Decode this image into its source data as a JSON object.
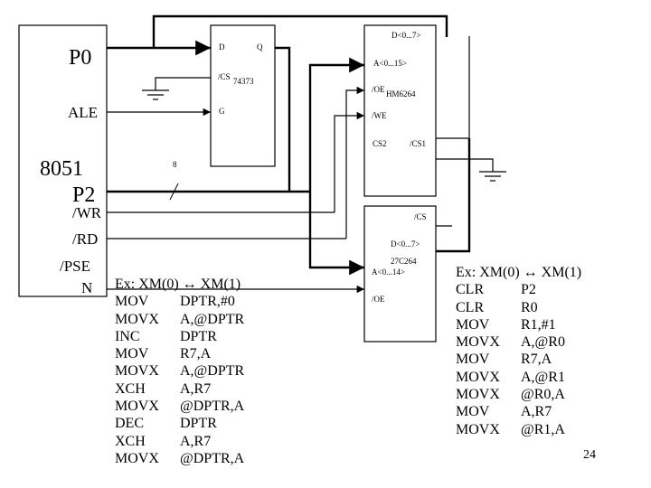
{
  "mcu": {
    "label_p0": "P0",
    "label_ale": "ALE",
    "label_name": "8051",
    "label_p2": "P2",
    "label_wr": "/WR",
    "label_rd": "/RD",
    "label_psen_line1": "/PSE",
    "label_psen_line2": "N"
  },
  "latch": {
    "pin_d": "D",
    "pin_q": "Q",
    "pin_cs": "/CS",
    "part": "74373",
    "pin_g": "G"
  },
  "ram": {
    "pin_data": "D<0...7>",
    "pin_addr": "A<0...15>",
    "pin_oe": "/OE",
    "part": "HM6264",
    "pin_we": "/WE",
    "pin_cs2": "CS2",
    "pin_cs1": "/CS1"
  },
  "eprom": {
    "pin_cs": "/CS",
    "pin_data": "D<0...7>",
    "part": "27C264",
    "pin_addr": "A<0...14>",
    "pin_oe": "/OE"
  },
  "bus_width": "8",
  "code_left": {
    "header": "Ex: XM(0) ↔ XM(1)",
    "lines": [
      {
        "op": "MOV",
        "arg": "DPTR,#0"
      },
      {
        "op": "MOVX",
        "arg": "A,@DPTR"
      },
      {
        "op": "INC",
        "arg": "DPTR"
      },
      {
        "op": "MOV",
        "arg": "R7,A"
      },
      {
        "op": "MOVX",
        "arg": "A,@DPTR"
      },
      {
        "op": "XCH",
        "arg": "A,R7"
      },
      {
        "op": "MOVX",
        "arg": "@DPTR,A"
      },
      {
        "op": "DEC",
        "arg": "DPTR"
      },
      {
        "op": "XCH",
        "arg": "A,R7"
      },
      {
        "op": "MOVX",
        "arg": "@DPTR,A"
      }
    ]
  },
  "code_right": {
    "header": "Ex: XM(0) ↔ XM(1)",
    "lines": [
      {
        "op": "CLR",
        "arg": "P2"
      },
      {
        "op": "CLR",
        "arg": "R0"
      },
      {
        "op": "MOV",
        "arg": "R1,#1"
      },
      {
        "op": "MOVX",
        "arg": "A,@R0"
      },
      {
        "op": "MOV",
        "arg": "R7,A"
      },
      {
        "op": "MOVX",
        "arg": "A,@R1"
      },
      {
        "op": "MOVX",
        "arg": "@R0,A"
      },
      {
        "op": "MOV",
        "arg": "A,R7"
      },
      {
        "op": "MOVX",
        "arg": "@R1,A"
      }
    ]
  },
  "page_number": "24"
}
